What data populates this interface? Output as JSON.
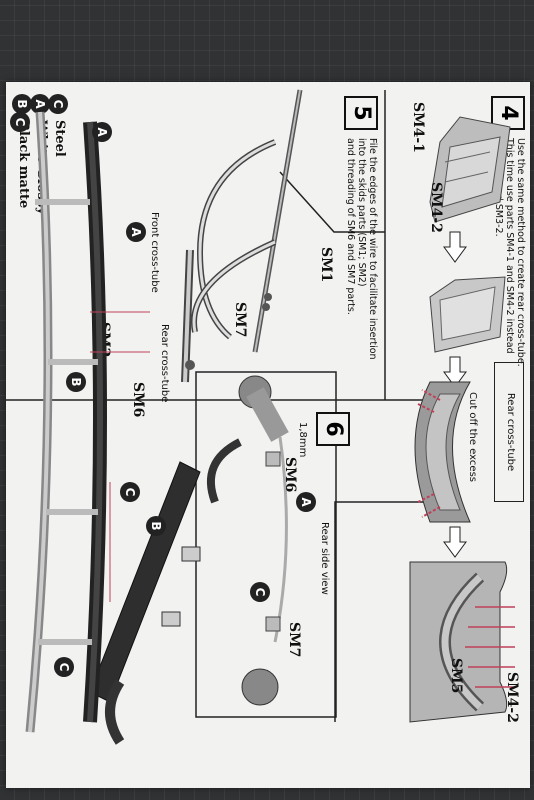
{
  "step4": {
    "number": "4",
    "instruction_line1": "Use the same method to create rear cross-tube.",
    "instruction_line2": "This time use  parts SM4-1 and SM4-2 instead",
    "instruction_line3": "of SM3-1 and SM3-2.",
    "title_box": "Rear cross-tube",
    "cut_label": "Cut off the excess",
    "part_sm4_1": "SM4-1",
    "part_sm4_2": "SM4-2",
    "part_sm4_2b": "SM4-2",
    "part_sm5": "SM5"
  },
  "step5": {
    "number": "5",
    "instruction_line1": "File the edges of the wire to facilitate insertion",
    "instruction_line2": "into the skids parts (SM1; SM2)",
    "instruction_line3": "and threading of SM6 and SM7 parts.",
    "part_sm1": "SM1",
    "part_sm2": "SM2",
    "part_sm6": "SM6",
    "part_sm7": "SM7",
    "front_cross_tube": "Front cross-tube",
    "rear_cross_tube": "Rear cross-tube"
  },
  "rear_side_view": {
    "title": "Rear side view",
    "part_sm6": "SM6",
    "part_sm7": "SM7",
    "dimension": "1,8mm"
  },
  "step6": {
    "number": "6"
  },
  "legend": {
    "items": [
      {
        "key": "A",
        "label": "White Glossy"
      },
      {
        "key": "B",
        "label": "Black matte"
      },
      {
        "key": "C",
        "label": "Steel"
      }
    ]
  },
  "callouts": {
    "a": "A",
    "b": "B",
    "c": "C"
  },
  "colors": {
    "paper": "#f2f2f0",
    "ink": "#111111",
    "red_line": "#c0405a",
    "mat": "#303234"
  }
}
